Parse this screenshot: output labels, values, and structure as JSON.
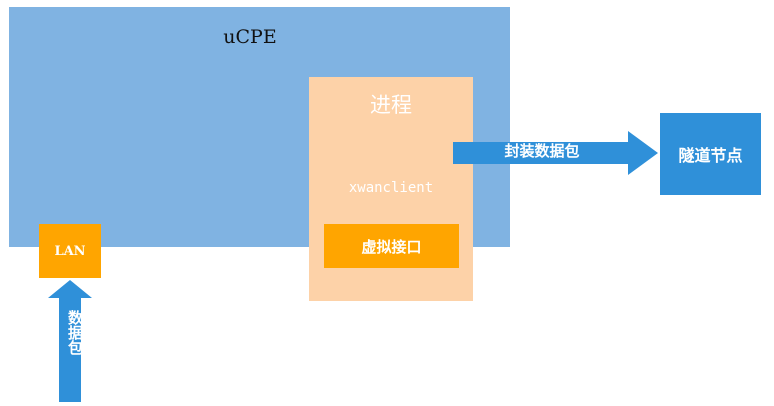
{
  "diagram": {
    "ucpe": {
      "label": "uCPE"
    },
    "process": {
      "title": "进程",
      "name": "xwanclient"
    },
    "virtual_interface": {
      "label": "虚拟接口"
    },
    "lan": {
      "label": "LAN"
    },
    "tunnel_node": {
      "label": "隧道节点"
    },
    "arrows": {
      "encapsulate": "封装数据包",
      "packet_in": "数据包"
    },
    "colors": {
      "ucpe_fill": "#80b3e2",
      "process_fill": "#fdd2a8",
      "orange": "#ffa500",
      "blue": "#2f90d9"
    }
  }
}
